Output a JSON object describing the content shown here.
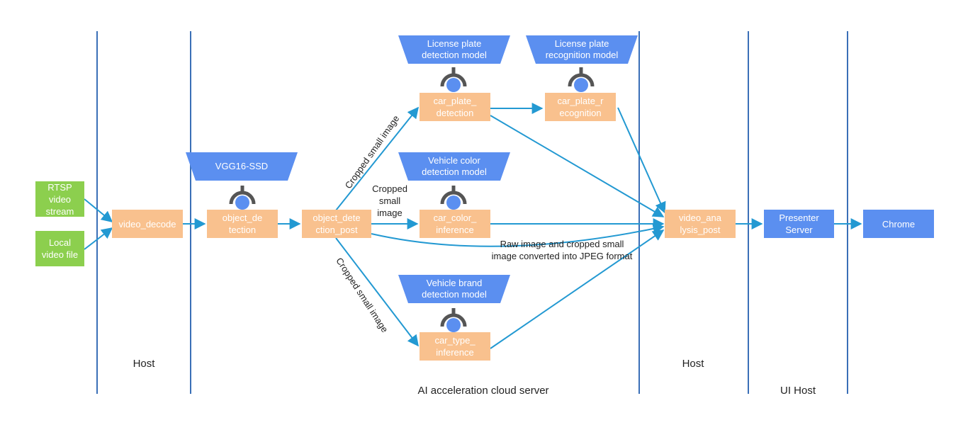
{
  "zones": {
    "host_left": "Host",
    "ai_server": "AI acceleration cloud server",
    "host_right": "Host",
    "ui_host": "UI Host"
  },
  "inputs": {
    "rtsp": "RTSP\nvideo\nstream",
    "local_file": "Local\nvideo file"
  },
  "nodes": {
    "video_decode": "video_decode",
    "object_detection": "object_de\ntection",
    "object_detection_post": "object_dete\nction_post",
    "car_plate_detection": "car_plate_\ndetection",
    "car_plate_recognition": "car_plate_r\necognition",
    "car_color_inference": "car_color_\ninference",
    "car_type_inference": "car_type_\ninference",
    "video_analysis_post": "video_ana\nlysis_post",
    "presenter_server": "Presenter\nServer",
    "chrome": "Chrome"
  },
  "models": {
    "vgg16_ssd": "VGG16-SSD",
    "license_plate_detection": "License plate\ndetection model",
    "license_plate_recognition": "License plate\nrecognition model",
    "vehicle_color_detection": "Vehicle color\ndetection model",
    "vehicle_brand_detection": "Vehicle brand\ndetection model"
  },
  "edge_labels": {
    "cropped_up": "Cropped small image",
    "cropped_mid": "Cropped\nsmall\nimage",
    "cropped_down": "Cropped small image",
    "raw_jpeg": "Raw image and cropped small\nimage converted into JPEG format"
  },
  "colors": {
    "line": "#2399d2",
    "divider": "#3a6fb7",
    "node_orange": "#f9c18e",
    "node_green": "#8ccf4e",
    "node_blue": "#5b8ff0",
    "connector": "#555555"
  }
}
